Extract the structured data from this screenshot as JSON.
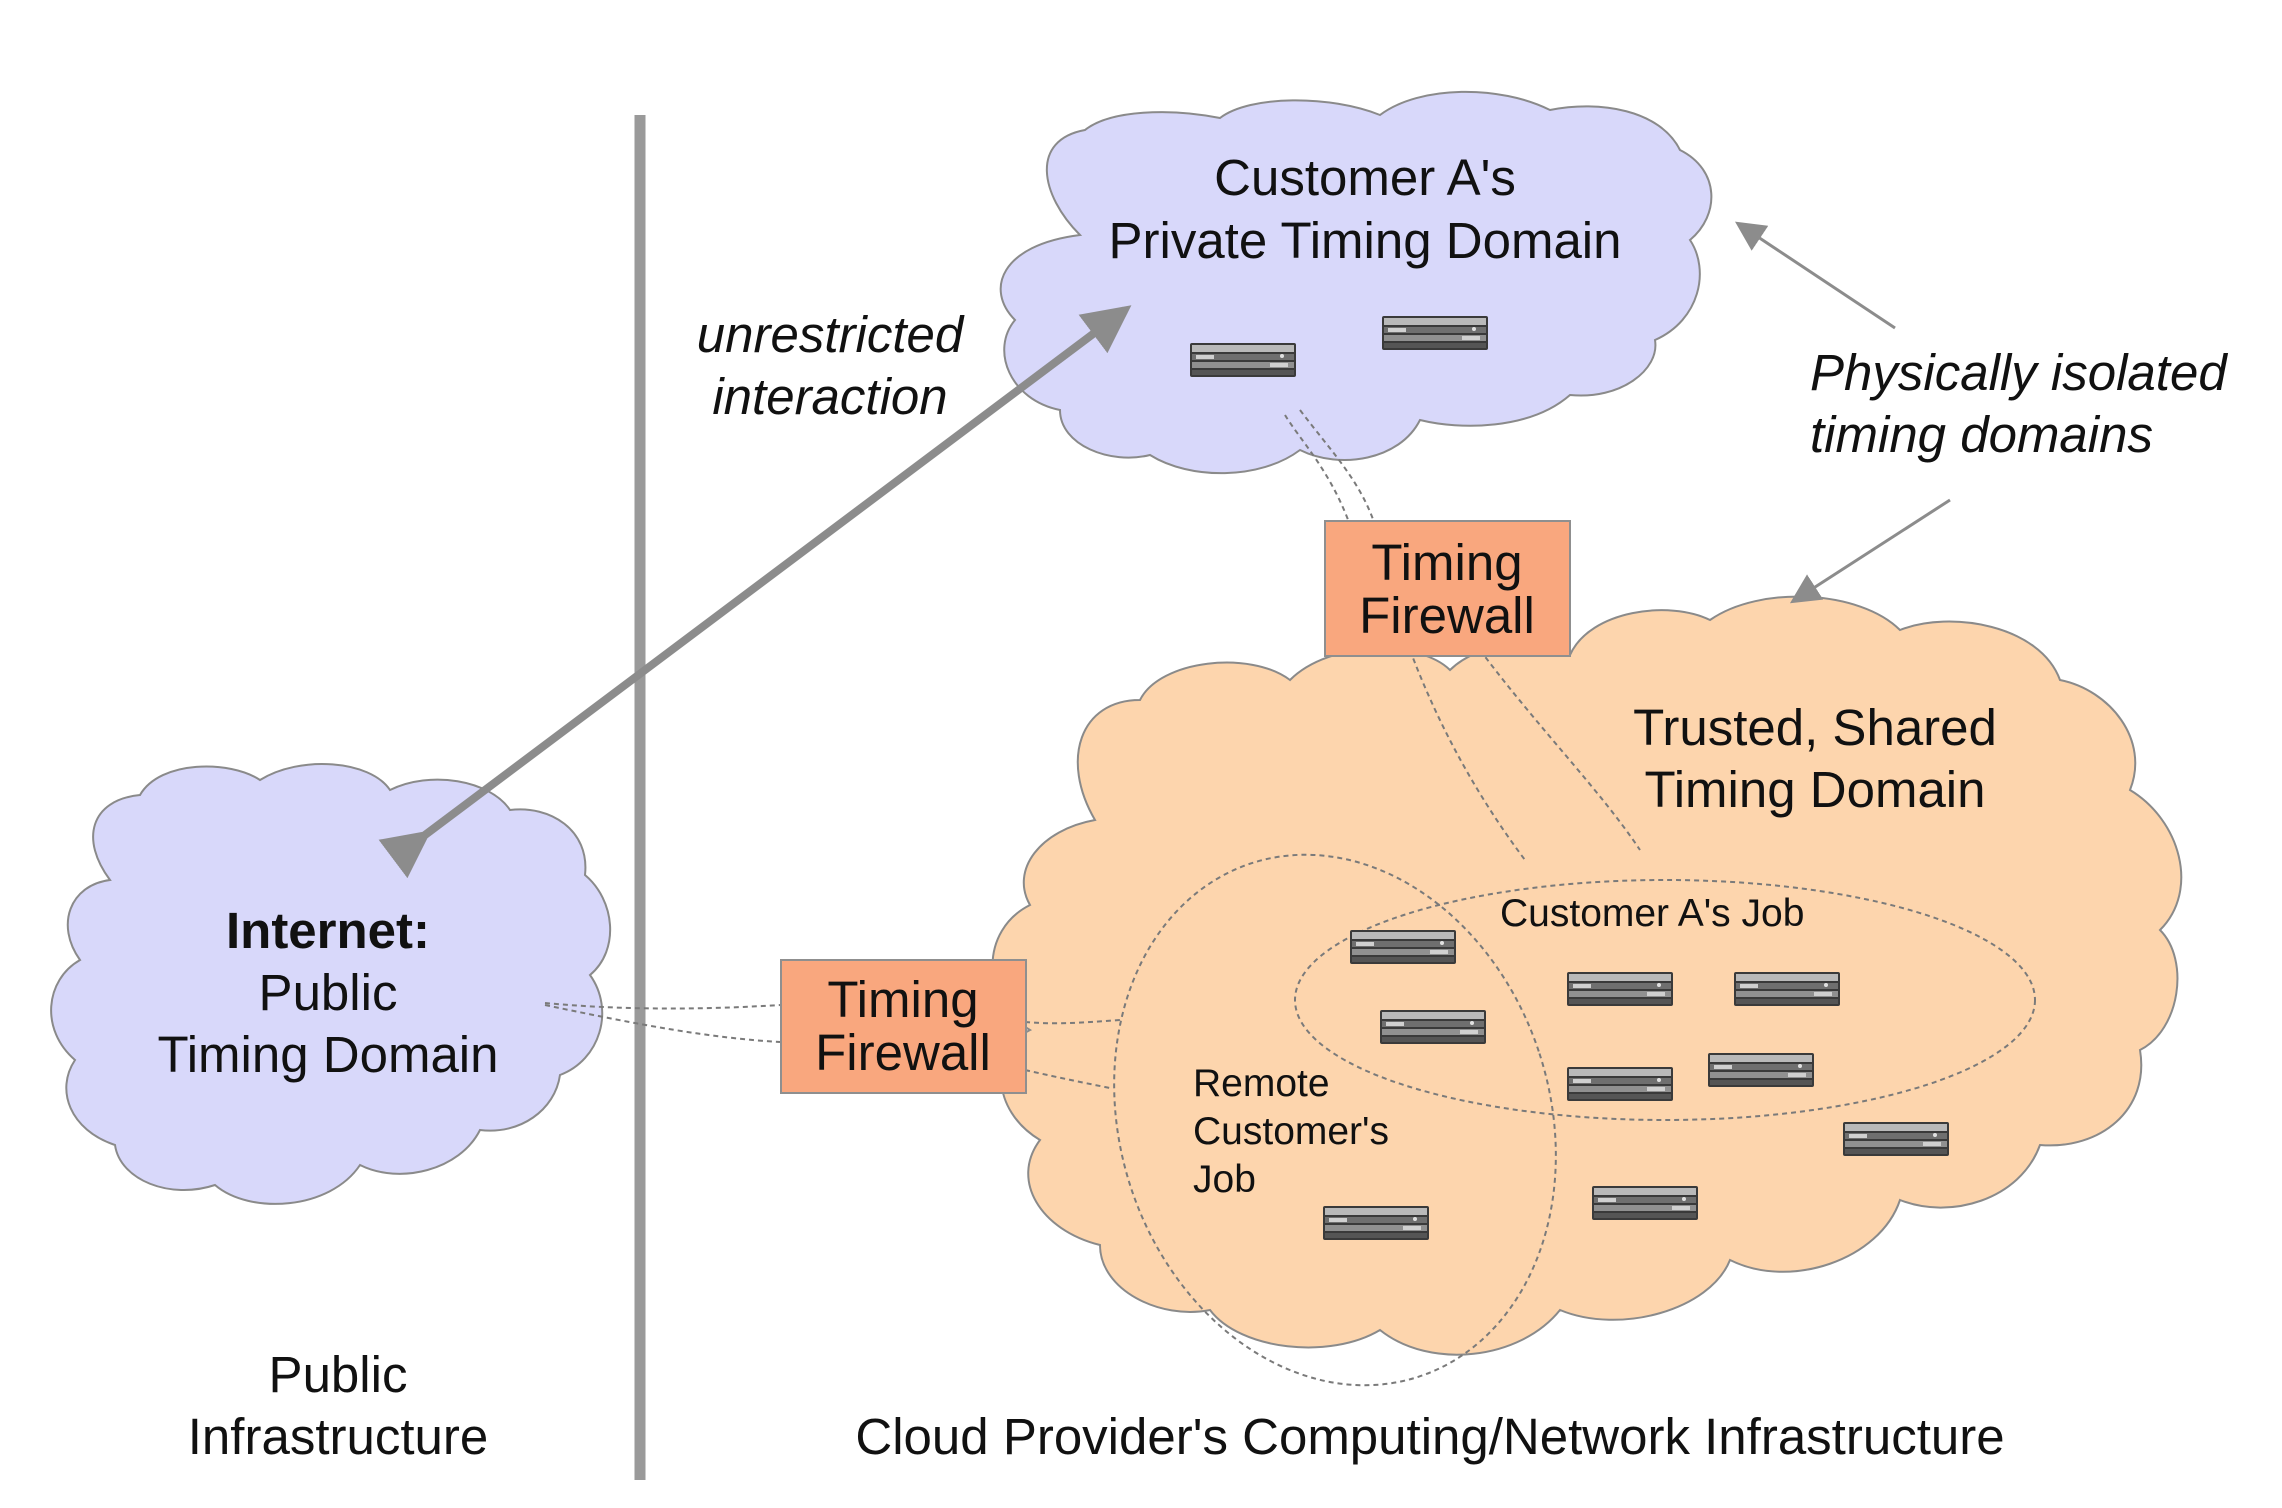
{
  "labels": {
    "customer_a_private_line1": "Customer A's",
    "customer_a_private_line2": "Private Timing Domain",
    "unrestricted_line1": "unrestricted",
    "unrestricted_line2": "interaction",
    "physically_isolated_line1": "Physically isolated",
    "physically_isolated_line2": "timing domains",
    "timing_firewall_top_line1": "Timing",
    "timing_firewall_top_line2": "Firewall",
    "timing_firewall_left_line1": "Timing",
    "timing_firewall_left_line2": "Firewall",
    "trusted_shared_line1": "Trusted, Shared",
    "trusted_shared_line2": "Timing Domain",
    "internet_title": "Internet:",
    "internet_line2": "Public",
    "internet_line3": "Timing Domain",
    "customer_a_job": "Customer A's Job",
    "remote_job_line1": "Remote",
    "remote_job_line2": "Customer's",
    "remote_job_line3": "Job",
    "public_infra_line1": "Public",
    "public_infra_line2": "Infrastructure",
    "cloud_provider_infra": "Cloud Provider's Computing/Network Infrastructure"
  },
  "colors": {
    "cloud_blue": "#d8d8fa",
    "cloud_orange": "#fdd5ad",
    "firewall_box": "#f9a77e",
    "divider": "#9a9a9a",
    "arrow": "#8c8c8c"
  },
  "icons": {
    "server": "rack-server-icon"
  }
}
